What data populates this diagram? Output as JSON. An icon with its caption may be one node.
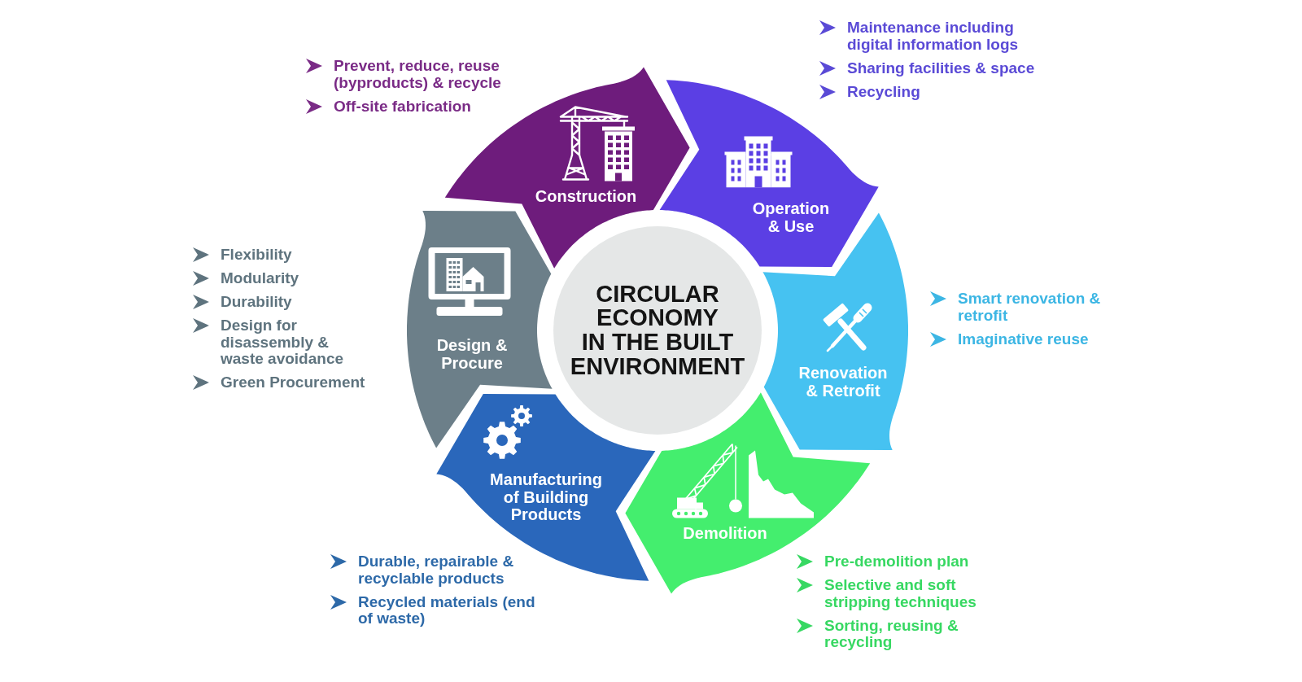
{
  "diagram": {
    "nodes": [
      {
        "text": [
          "CIRCULAR ECONOMY IN THE BUILT ENVIRONMENT"
        ]
      },
      {
        "text": [
          "Construction"
        ],
        "beside": [
          "Prevent, reduce, reuse (byproducts) & recycle",
          "Off-site fabrication"
        ]
      },
      {
        "text": [
          "Operation & Use"
        ],
        "beside": [
          "Maintenance including digital information logs",
          "Sharing facilities & space",
          "Recycling"
        ]
      },
      {
        "text": [
          "Renovation & Retrofit"
        ],
        "beside": [
          "Smart renovation & retrofit",
          "Imaginative reuse"
        ]
      },
      {
        "text": [
          "Demolition"
        ],
        "beside": [
          "Pre-demolition plan",
          "Selective and soft stripping techniques",
          "Sorting, reusing & recycling"
        ]
      },
      {
        "text": [
          "Manufacturing of Building Products"
        ],
        "beside": [
          "Durable, repairable & recyclable products",
          "Recycled materials (end of waste)"
        ]
      },
      {
        "text": [
          "Design & Procure"
        ],
        "beside": [
          "Flexibility",
          "Modularity",
          "Durability",
          "Design for disassembly & waste avoidance",
          "Green Procurement"
        ]
      }
    ]
  }
}
